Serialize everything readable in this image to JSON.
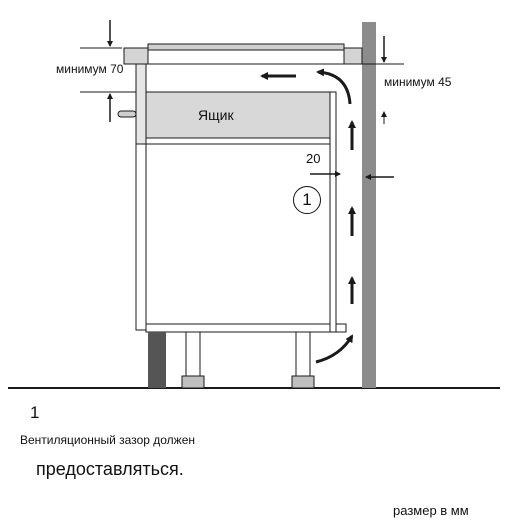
{
  "labels": {
    "min_top": "минимум 70",
    "min_side": "минимум 45",
    "drawer": "Ящик",
    "gap_side": "20",
    "circle_marker": "1"
  },
  "legend": {
    "number": "1",
    "line1": "Вентиляционный зазор должен",
    "line2": "предоставляться."
  },
  "units_note": "размер в мм",
  "colors": {
    "wall": "#8c8c8c",
    "countertop": "#d4d4d4",
    "drawer_fill": "#d8d8d8",
    "leg": "#bfbfbf",
    "line": "#1a1a1a"
  }
}
